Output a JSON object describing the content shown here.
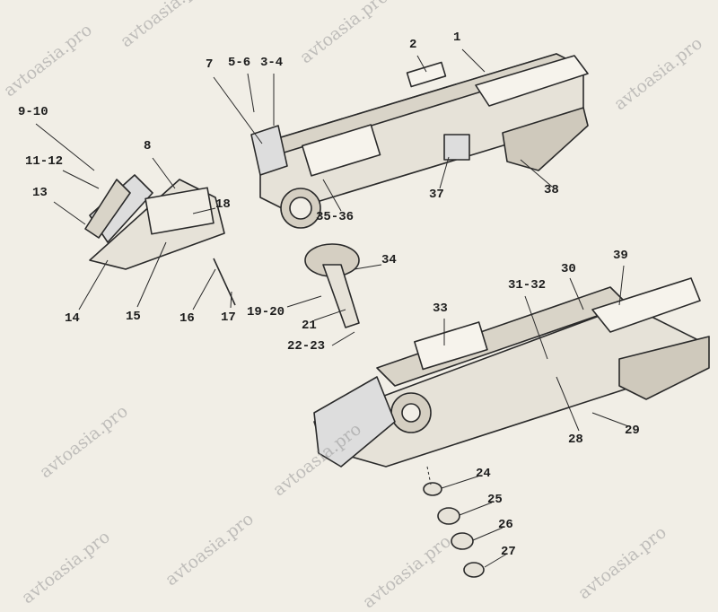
{
  "watermark": "avtoasia.pro",
  "labels": {
    "p1": "1",
    "p2": "2",
    "p3_4": "3-4",
    "p5_6": "5-6",
    "p7": "7",
    "p8": "8",
    "p9_10": "9-10",
    "p11_12": "11-12",
    "p13": "13",
    "p14": "14",
    "p15": "15",
    "p16": "16",
    "p17": "17",
    "p18": "18",
    "p19_20": "19-20",
    "p21": "21",
    "p22_23": "22-23",
    "p24": "24",
    "p25": "25",
    "p26": "26",
    "p27": "27",
    "p28": "28",
    "p29": "29",
    "p30": "30",
    "p31_32": "31-32",
    "p33": "33",
    "p34": "34",
    "p35_36": "35-36",
    "p37": "37",
    "p38": "38",
    "p39": "39"
  }
}
